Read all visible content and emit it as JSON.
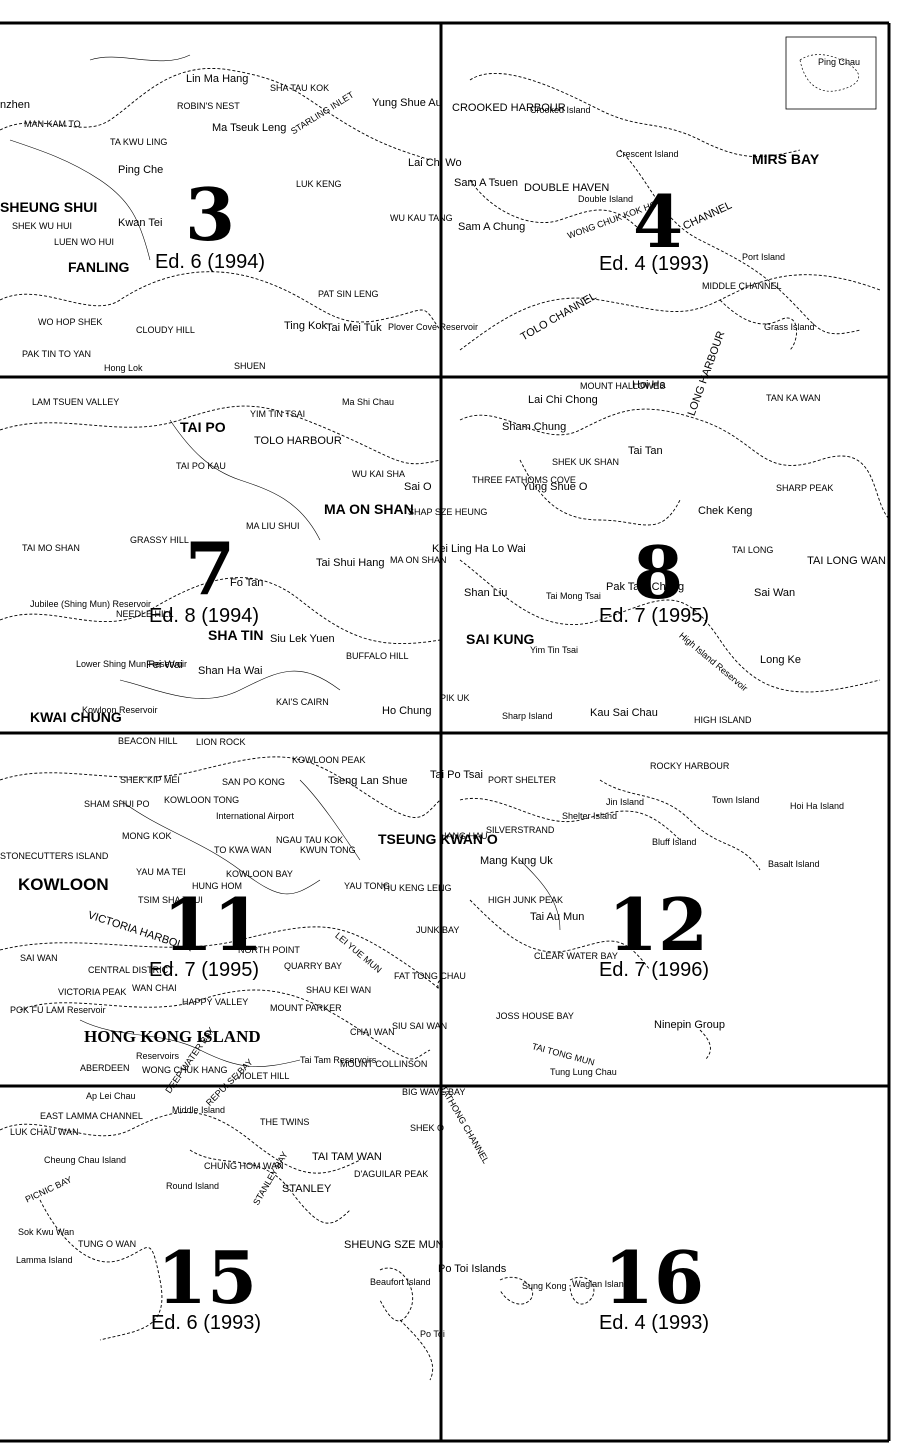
{
  "sheets": [
    {
      "id": "3",
      "edition": "Ed. 6 (1994)"
    },
    {
      "id": "4",
      "edition": "Ed. 4 (1993)"
    },
    {
      "id": "7",
      "edition": "Ed. 8 (1994)"
    },
    {
      "id": "8",
      "edition": "Ed. 7 (1995)"
    },
    {
      "id": "11",
      "edition": "Ed. 7 (1995)"
    },
    {
      "id": "12",
      "edition": "Ed. 7 (1996)"
    },
    {
      "id": "15",
      "edition": "Ed. 6 (1993)"
    },
    {
      "id": "16",
      "edition": "Ed. 4 (1993)"
    }
  ],
  "places": [
    {
      "text": "nzhen"
    },
    {
      "text": "Lin Ma Hang"
    },
    {
      "text": "SHA TAU KOK"
    },
    {
      "text": "ROBIN'S NEST"
    },
    {
      "text": "MAN KAM TO"
    },
    {
      "text": "TA KWU LING"
    },
    {
      "text": "Ma Tseuk Leng"
    },
    {
      "text": "STARLING INLET"
    },
    {
      "text": "Yung Shue Au"
    },
    {
      "text": "Ping Che"
    },
    {
      "text": "Lai Chi Wo"
    },
    {
      "text": "SHEUNG SHUI"
    },
    {
      "text": "LUK KENG"
    },
    {
      "text": "SHEK WU HUI"
    },
    {
      "text": "Kwan Tei"
    },
    {
      "text": "LUEN WO HUI"
    },
    {
      "text": "FANLING"
    },
    {
      "text": "WU KAU TANG"
    },
    {
      "text": "PAT SIN LENG"
    },
    {
      "text": "WO HOP SHEK"
    },
    {
      "text": "CLOUDY HILL"
    },
    {
      "text": "Ting Kok"
    },
    {
      "text": "Tai Mei Tuk"
    },
    {
      "text": "Plover Cove Reservoir"
    },
    {
      "text": "PAK TIN TO YAN"
    },
    {
      "text": "Hong Lok"
    },
    {
      "text": "SHUEN"
    },
    {
      "text": "Ping Chau"
    },
    {
      "text": "CROOKED HARBOUR"
    },
    {
      "text": "Crooked Island"
    },
    {
      "text": "Crescent Island"
    },
    {
      "text": "MIRS BAY"
    },
    {
      "text": "Sam A Tsuen"
    },
    {
      "text": "DOUBLE HAVEN"
    },
    {
      "text": "Double Island"
    },
    {
      "text": "Sam A Chung"
    },
    {
      "text": "WONG CHUK KOK HOI"
    },
    {
      "text": "CHANNEL"
    },
    {
      "text": "Port Island"
    },
    {
      "text": "MIDDLE CHANNEL"
    },
    {
      "text": "TOLO CHANNEL"
    },
    {
      "text": "Grass Island"
    },
    {
      "text": "LAM TSUEN VALLEY"
    },
    {
      "text": "TAI PO"
    },
    {
      "text": "YIM TIN TSAI"
    },
    {
      "text": "Ma Shi Chau"
    },
    {
      "text": "TOLO HARBOUR"
    },
    {
      "text": "TAI PO KAU"
    },
    {
      "text": "WU KAI SHA"
    },
    {
      "text": "MA ON SHAN"
    },
    {
      "text": "SHAP SZE HEUNG"
    },
    {
      "text": "TAI MO SHAN"
    },
    {
      "text": "GRASSY HILL"
    },
    {
      "text": "MA LIU SHUI"
    },
    {
      "text": "Tai Shui Hang"
    },
    {
      "text": "MA ON SHAN"
    },
    {
      "text": "Jubilee (Shing Mun) Reservoir"
    },
    {
      "text": "NEEDLE HILL"
    },
    {
      "text": "SHA TIN"
    },
    {
      "text": "Siu Lek Yuen"
    },
    {
      "text": "Fo Tan"
    },
    {
      "text": "Lower Shing Mun Reservoir"
    },
    {
      "text": "Fei Wai"
    },
    {
      "text": "Shan Ha Wai"
    },
    {
      "text": "BUFFALO HILL"
    },
    {
      "text": "Kowloon Reservoir"
    },
    {
      "text": "KWAI CHUNG"
    },
    {
      "text": "KAI'S CAIRN"
    },
    {
      "text": "Ho Chung"
    },
    {
      "text": "MOUNT HALLOWES"
    },
    {
      "text": "Hoi Ha"
    },
    {
      "text": "Lai Chi Chong"
    },
    {
      "text": "LONG HARBOUR"
    },
    {
      "text": "TAN KA WAN"
    },
    {
      "text": "Sham Chung"
    },
    {
      "text": "SHEK UK SHAN"
    },
    {
      "text": "Tai Tan"
    },
    {
      "text": "THREE FATHOMS COVE"
    },
    {
      "text": "Yung Shue O"
    },
    {
      "text": "SHARP PEAK"
    },
    {
      "text": "Sai O"
    },
    {
      "text": "Chek Keng"
    },
    {
      "text": "Kei Ling Ha Lo Wai"
    },
    {
      "text": "TAI LONG"
    },
    {
      "text": "TAI LONG WAN"
    },
    {
      "text": "Shan Liu"
    },
    {
      "text": "Tai Mong Tsai"
    },
    {
      "text": "Pak Tam Chung"
    },
    {
      "text": "Sai Wan"
    },
    {
      "text": "SAI KUNG"
    },
    {
      "text": "Yim Tin Tsai"
    },
    {
      "text": "High Island Reservoir"
    },
    {
      "text": "Long Ke"
    },
    {
      "text": "PIK UK"
    },
    {
      "text": "HIGH ISLAND"
    },
    {
      "text": "Sharp Island"
    },
    {
      "text": "Kau Sai Chau"
    },
    {
      "text": "BEACON HILL"
    },
    {
      "text": "LION ROCK"
    },
    {
      "text": "KOWLOON PEAK"
    },
    {
      "text": "Tseng Lan Shue"
    },
    {
      "text": "Tai Po Tsai"
    },
    {
      "text": "PORT SHELTER"
    },
    {
      "text": "ROCKY HARBOUR"
    },
    {
      "text": "SHEK KIP MEI"
    },
    {
      "text": "SAN PO KONG"
    },
    {
      "text": "KOWLOON TONG"
    },
    {
      "text": "SHAM SHUI PO"
    },
    {
      "text": "International Airport"
    },
    {
      "text": "Jin Island"
    },
    {
      "text": "Town Island"
    },
    {
      "text": "Hoi Ha Island"
    },
    {
      "text": "MONG KOK"
    },
    {
      "text": "NGAU TAU KOK"
    },
    {
      "text": "TSEUNG KWAN O"
    },
    {
      "text": "HANG HAU"
    },
    {
      "text": "SILVERSTRAND"
    },
    {
      "text": "Shelter Island"
    },
    {
      "text": "Bluff Island"
    },
    {
      "text": "STONECUTTERS ISLAND"
    },
    {
      "text": "TO KWA WAN"
    },
    {
      "text": "KOWLOON BAY"
    },
    {
      "text": "KWUN TONG"
    },
    {
      "text": "Mang Kung Uk"
    },
    {
      "text": "Basalt Island"
    },
    {
      "text": "KOWLOON"
    },
    {
      "text": "YAU MA TEI"
    },
    {
      "text": "HUNG HOM"
    },
    {
      "text": "YAU TONG"
    },
    {
      "text": "TIU KENG LENG"
    },
    {
      "text": "HIGH JUNK PEAK"
    },
    {
      "text": "TSIM SHA TSUI"
    },
    {
      "text": "VICTORIA HARBOUR"
    },
    {
      "text": "Tai Au Mun"
    },
    {
      "text": "JUNK BAY"
    },
    {
      "text": "LEI YUE MUN"
    },
    {
      "text": "CLEAR WATER BAY"
    },
    {
      "text": "SAI WAN"
    },
    {
      "text": "CENTRAL DISTRICT"
    },
    {
      "text": "WAN CHAI"
    },
    {
      "text": "NORTH POINT"
    },
    {
      "text": "QUARRY BAY"
    },
    {
      "text": "FAT TONG CHAU"
    },
    {
      "text": "VICTORIA PEAK"
    },
    {
      "text": "SHAU KEI WAN"
    },
    {
      "text": "POK FU LAM Reservoir"
    },
    {
      "text": "HAPPY VALLEY"
    },
    {
      "text": "JOSS HOUSE BAY"
    },
    {
      "text": "Ninepin Group"
    },
    {
      "text": "HONG KONG ISLAND"
    },
    {
      "text": "MOUNT PARKER"
    },
    {
      "text": "CHAI WAN"
    },
    {
      "text": "SIU SAI WAN"
    },
    {
      "text": "TAI TONG MUN"
    },
    {
      "text": "Reservoirs"
    },
    {
      "text": "Tai Tam Reservoirs"
    },
    {
      "text": "ABERDEEN"
    },
    {
      "text": "WONG CHUK HANG"
    },
    {
      "text": "VIOLET HILL"
    },
    {
      "text": "MOUNT COLLINSON"
    },
    {
      "text": "Tung Lung Chau"
    },
    {
      "text": "TATHONG CHANNEL"
    },
    {
      "text": "Ap Lei Chau"
    },
    {
      "text": "DEEP WATER BAY"
    },
    {
      "text": "BIG WAVE BAY"
    },
    {
      "text": "EAST LAMMA CHANNEL"
    },
    {
      "text": "LUK CHAU WAN"
    },
    {
      "text": "Middle Island"
    },
    {
      "text": "REPULSE BAY"
    },
    {
      "text": "THE TWINS"
    },
    {
      "text": "SHEK O"
    },
    {
      "text": "Cheung Chau Island"
    },
    {
      "text": "CHUNG HOM WAN"
    },
    {
      "text": "TAI TAM WAN"
    },
    {
      "text": "Round Island"
    },
    {
      "text": "STANLEY"
    },
    {
      "text": "D'AGUILAR PEAK"
    },
    {
      "text": "PICNIC BAY"
    },
    {
      "text": "STANLEY BAY"
    },
    {
      "text": "Sok Kwu Wan"
    },
    {
      "text": "TUNG O WAN"
    },
    {
      "text": "Lamma Island"
    },
    {
      "text": "SHEUNG SZE MUN"
    },
    {
      "text": "Beaufort Island"
    },
    {
      "text": "Po Toi Islands"
    },
    {
      "text": "Sung Kong"
    },
    {
      "text": "Waglan Island"
    },
    {
      "text": "Po Toi"
    }
  ]
}
